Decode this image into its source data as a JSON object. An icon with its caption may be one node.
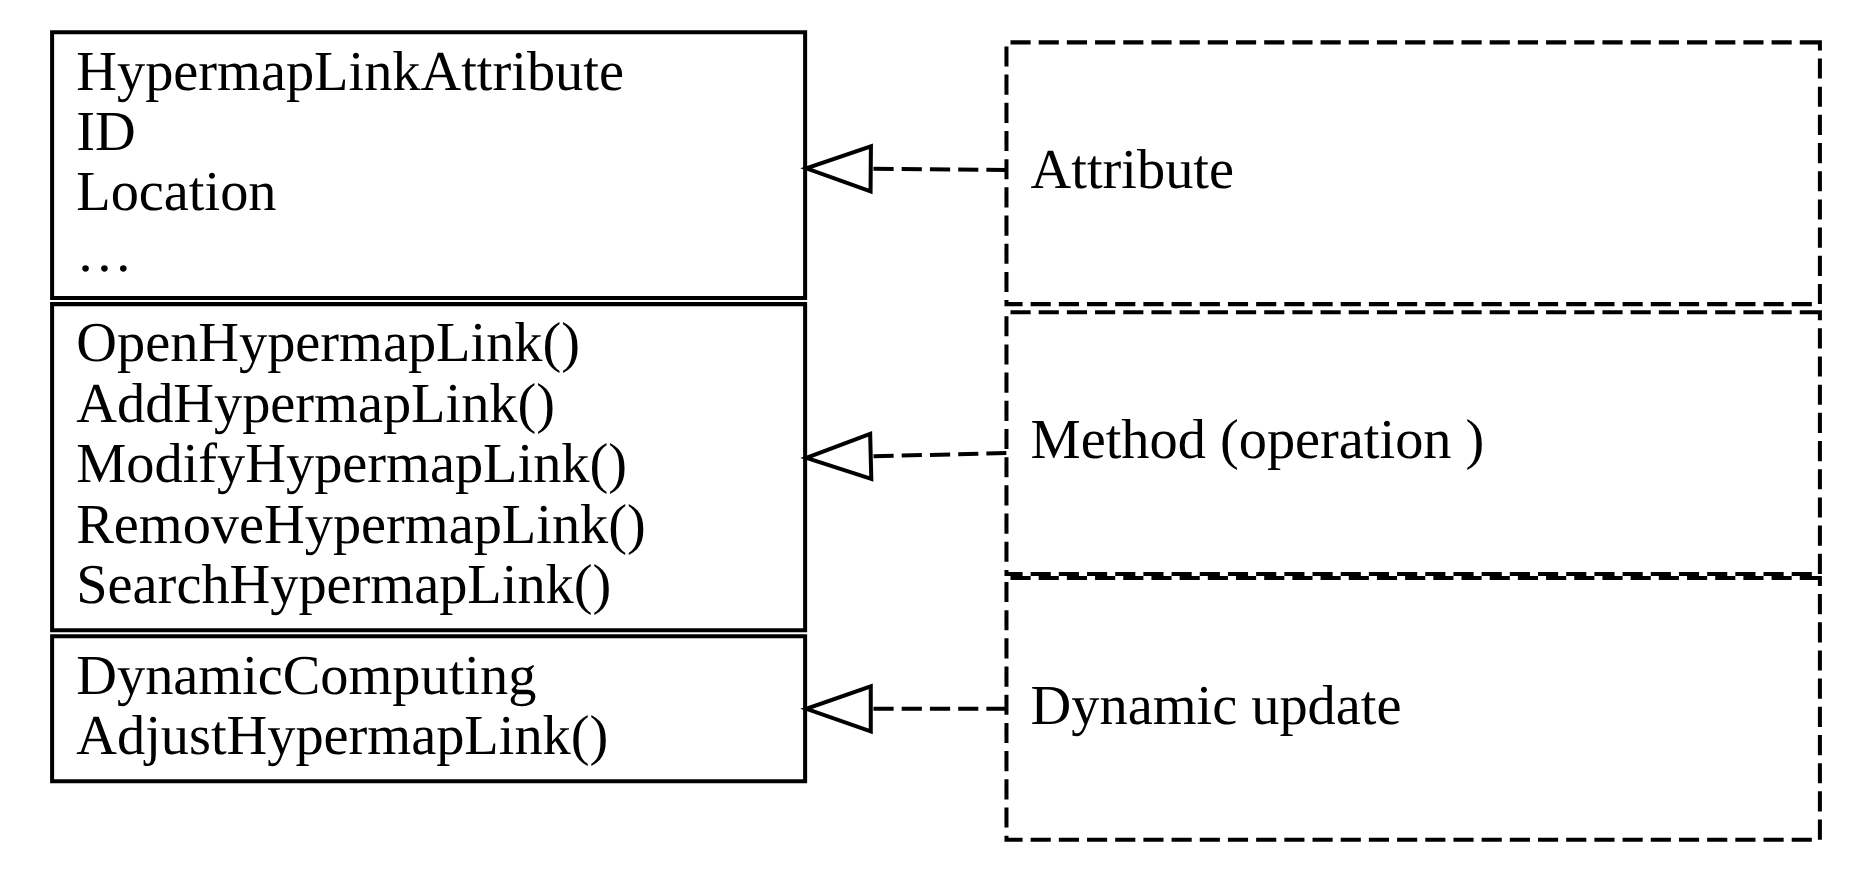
{
  "diagram": {
    "nodes": [
      {
        "text": [
          "HypermapLinkAttribute",
          "ID",
          "Location",
          "…"
        ]
      },
      {
        "text": [
          "OpenHypermapLink()",
          "AddHypermapLink()",
          "ModifyHypermapLink()",
          "RemoveHypermapLink()",
          "SearchHypermapLink()"
        ]
      },
      {
        "text": [
          "DynamicComputing",
          "AdjustHypermapLink()"
        ]
      },
      {
        "text": [
          "Attribute"
        ]
      },
      {
        "text": [
          "Method (operation )"
        ]
      },
      {
        "text": [
          "Dynamic update"
        ]
      }
    ],
    "edges": [
      {
        "from": 3,
        "to": 0,
        "arrow": "to",
        "style": "dashed"
      },
      {
        "from": 4,
        "to": 1,
        "arrow": "to",
        "style": "dashed"
      },
      {
        "from": 5,
        "to": 2,
        "arrow": "to",
        "style": "dashed"
      }
    ]
  }
}
